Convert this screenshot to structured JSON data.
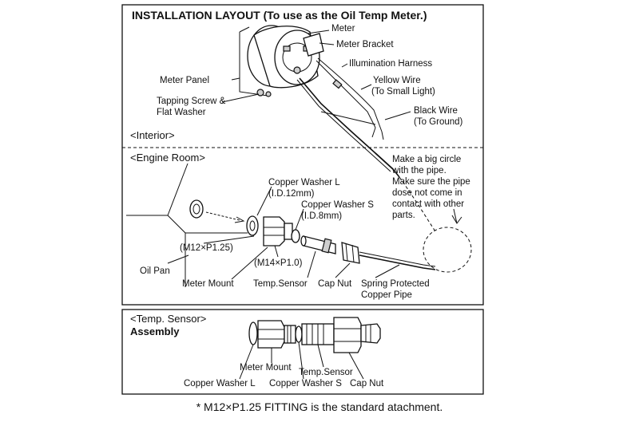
{
  "top_panel": {
    "title": "INSTALLATION LAYOUT (To use as the Oil Temp Meter.)",
    "labels": {
      "meter": "Meter",
      "meter_bracket": "Meter Bracket",
      "illumination_harness": "Illumination Harness",
      "meter_panel": "Meter Panel",
      "yellow_wire_1": "Yellow Wire",
      "yellow_wire_2": "(To Small Light)",
      "tapping_screw_1": "Tapping Screw &",
      "tapping_screw_2": "Flat Washer",
      "black_wire_1": "Black Wire",
      "black_wire_2": "(To Ground)"
    },
    "interior_label": "<Interior>",
    "engine_room_label": "<Engine Room>",
    "note_lines": [
      "Make a big circle",
      "with the pipe.",
      "Make sure the pipe",
      "dose not come in",
      "contact with other",
      "parts."
    ],
    "engine_labels": {
      "copper_washer_l_1": "Copper Washer L",
      "copper_washer_l_2": "(I.D.12mm)",
      "copper_washer_s_1": "Copper Washer S",
      "copper_washer_s_2": "(I.D.8mm)",
      "m12": "(M12×P1.25)",
      "m14": "(M14×P1.0)",
      "oil_pan": "Oil Pan",
      "meter_mount": "Meter Mount",
      "temp_sensor": "Temp.Sensor",
      "cap_nut": "Cap Nut",
      "spring_pipe_1": "Spring Protected",
      "spring_pipe_2": "Copper Pipe"
    }
  },
  "bottom_panel": {
    "title_1": "<Temp. Sensor>",
    "title_2": "Assembly",
    "labels": {
      "meter_mount": "Meter Mount",
      "temp_sensor": "Temp.Sensor",
      "copper_washer_l": "Copper Washer L",
      "copper_washer_s": "Copper Washer S",
      "cap_nut": "Cap Nut"
    }
  },
  "footnote": "* M12×P1.25 FITTING is the standard atachment."
}
